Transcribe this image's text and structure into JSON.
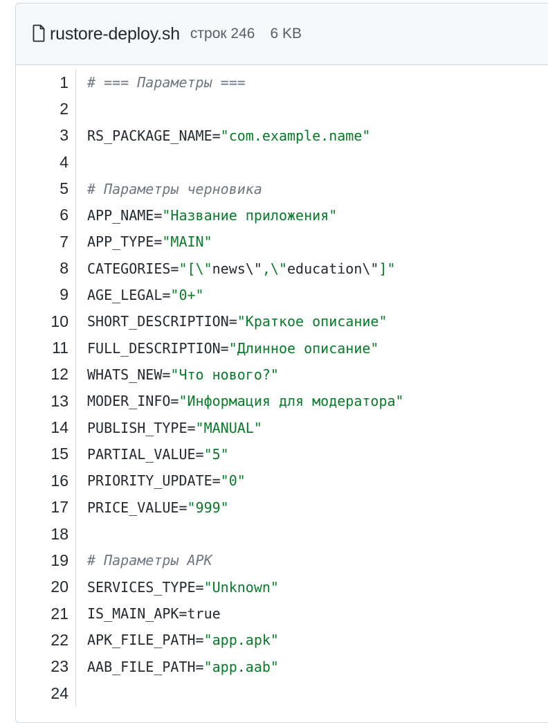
{
  "file": {
    "name": "rustore-deploy.sh",
    "lines_label": "строк 246",
    "size": "6 KB"
  },
  "lines": [
    {
      "n": "1",
      "parts": [
        {
          "t": "comment",
          "v": "# === Параметры ==="
        }
      ]
    },
    {
      "n": "2",
      "parts": []
    },
    {
      "n": "3",
      "parts": [
        {
          "t": "plain",
          "v": "RS_PACKAGE_NAME="
        },
        {
          "t": "str",
          "v": "\"com.example.name\""
        }
      ]
    },
    {
      "n": "4",
      "parts": []
    },
    {
      "n": "5",
      "parts": [
        {
          "t": "comment",
          "v": "# Параметры черновика"
        }
      ]
    },
    {
      "n": "6",
      "parts": [
        {
          "t": "plain",
          "v": "APP_NAME="
        },
        {
          "t": "str",
          "v": "\"Название приложения\""
        }
      ]
    },
    {
      "n": "7",
      "parts": [
        {
          "t": "plain",
          "v": "APP_TYPE="
        },
        {
          "t": "str",
          "v": "\"MAIN\""
        }
      ]
    },
    {
      "n": "8",
      "parts": [
        {
          "t": "plain",
          "v": "CATEGORIES="
        },
        {
          "t": "str",
          "v": "\"[\\\""
        },
        {
          "t": "plain",
          "v": "news\\\""
        },
        {
          "t": "str",
          "v": ",\\\""
        },
        {
          "t": "plain",
          "v": "education\\\""
        },
        {
          "t": "str",
          "v": "]\""
        }
      ]
    },
    {
      "n": "9",
      "parts": [
        {
          "t": "plain",
          "v": "AGE_LEGAL="
        },
        {
          "t": "str",
          "v": "\"0+\""
        }
      ]
    },
    {
      "n": "10",
      "parts": [
        {
          "t": "plain",
          "v": "SHORT_DESCRIPTION="
        },
        {
          "t": "str",
          "v": "\"Краткое описание\""
        }
      ]
    },
    {
      "n": "11",
      "parts": [
        {
          "t": "plain",
          "v": "FULL_DESCRIPTION="
        },
        {
          "t": "str",
          "v": "\"Длинное описание\""
        }
      ]
    },
    {
      "n": "12",
      "parts": [
        {
          "t": "plain",
          "v": "WHATS_NEW="
        },
        {
          "t": "str",
          "v": "\"Что нового?\""
        }
      ]
    },
    {
      "n": "13",
      "parts": [
        {
          "t": "plain",
          "v": "MODER_INFO="
        },
        {
          "t": "str",
          "v": "\"Информация для модератора\""
        }
      ]
    },
    {
      "n": "14",
      "parts": [
        {
          "t": "plain",
          "v": "PUBLISH_TYPE="
        },
        {
          "t": "str",
          "v": "\"MANUAL\""
        }
      ]
    },
    {
      "n": "15",
      "parts": [
        {
          "t": "plain",
          "v": "PARTIAL_VALUE="
        },
        {
          "t": "str",
          "v": "\"5\""
        }
      ]
    },
    {
      "n": "16",
      "parts": [
        {
          "t": "plain",
          "v": "PRIORITY_UPDATE="
        },
        {
          "t": "str",
          "v": "\"0\""
        }
      ]
    },
    {
      "n": "17",
      "parts": [
        {
          "t": "plain",
          "v": "PRICE_VALUE="
        },
        {
          "t": "str",
          "v": "\"999\""
        }
      ]
    },
    {
      "n": "18",
      "parts": []
    },
    {
      "n": "19",
      "parts": [
        {
          "t": "comment",
          "v": "# Параметры APK"
        }
      ]
    },
    {
      "n": "20",
      "parts": [
        {
          "t": "plain",
          "v": "SERVICES_TYPE="
        },
        {
          "t": "str",
          "v": "\"Unknown\""
        }
      ]
    },
    {
      "n": "21",
      "parts": [
        {
          "t": "plain",
          "v": "IS_MAIN_APK=true"
        }
      ]
    },
    {
      "n": "22",
      "parts": [
        {
          "t": "plain",
          "v": "APK_FILE_PATH="
        },
        {
          "t": "str",
          "v": "\"app.apk\""
        }
      ]
    },
    {
      "n": "23",
      "parts": [
        {
          "t": "plain",
          "v": "AAB_FILE_PATH="
        },
        {
          "t": "str",
          "v": "\"app.aab\""
        }
      ]
    },
    {
      "n": "24",
      "parts": []
    }
  ],
  "colors": {
    "string": "#0a7a2a",
    "comment": "#6e7781",
    "text": "#24292f",
    "header_bg": "#f6f8fa",
    "border": "#d0d7de"
  },
  "icons": {
    "file": "file-icon"
  }
}
